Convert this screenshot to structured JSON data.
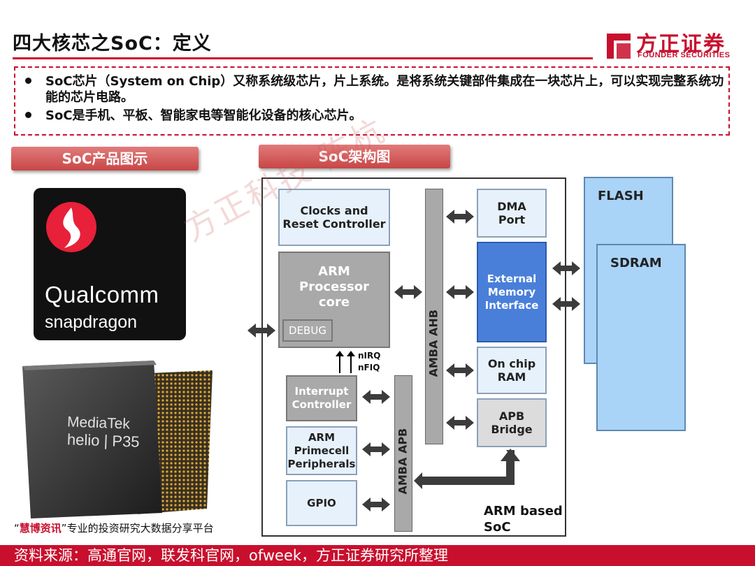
{
  "title": "四大核芯之SoC：定义",
  "logo": {
    "cn": "方正证券",
    "en": "FOUNDER SECURITIES"
  },
  "bullets": [
    "SoC芯片（System on Chip）又称系统级芯片，片上系统。是将系统关键部件集成在一块芯片上，可以实现完整系统功能的芯片电路。",
    "SoC是手机、平板、智能家电等智能化设备的核心芯片。"
  ],
  "left_header": "SoC产品图示",
  "right_header": "SoC架构图",
  "chip1": {
    "brand": "Qualcomm",
    "product": "snapdragon"
  },
  "chip2": {
    "line1": "MediaTek",
    "line2": "helio | P35"
  },
  "watermark": "方正科技 陈杭",
  "diagram": {
    "clocks": "Clocks and\nReset Controller",
    "arm_core": "ARM\nProcessor\ncore",
    "debug": "DEBUG",
    "nirq": "nIRQ",
    "nfiq": "nFIQ",
    "interrupt": "Interrupt\nController",
    "primecell": "ARM\nPrimecell\nPeripherals",
    "gpio": "GPIO",
    "amba_ahb": "AMBA AHB",
    "amba_apb": "AMBA APB",
    "dma": "DMA\nPort",
    "emi": "External\nMemory\nInterface",
    "onchip": "On chip\nRAM",
    "apb_bridge": "APB\nBridge",
    "flash": "FLASH",
    "sdram": "SDRAM",
    "soc_label": "ARM based\nSoC"
  },
  "source_note": {
    "quote_open": "“",
    "brand": "慧博资讯",
    "quote_close": "”",
    "text": "专业的投资研究大数据分享平台"
  },
  "footer": "资料来源：高通官网，联发科官网，ofweek，方正证券研究所整理"
}
